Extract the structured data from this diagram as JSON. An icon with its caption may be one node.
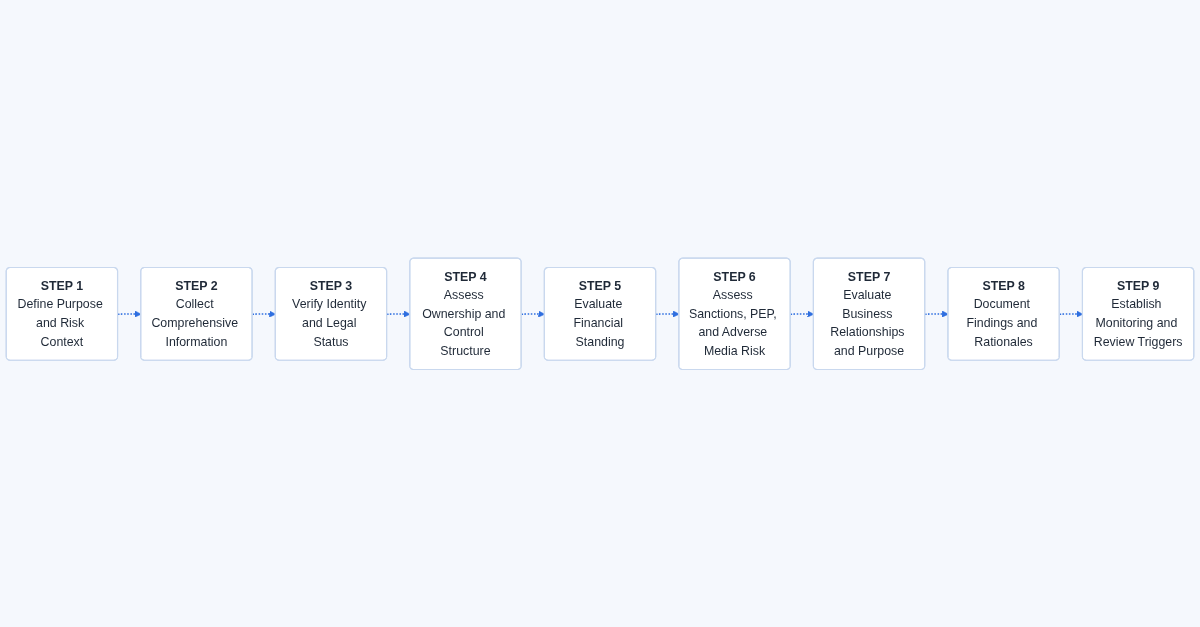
{
  "diagram": {
    "nodes": [
      {
        "text": [
          "STEP 1",
          "Define Purpose and Risk Context"
        ]
      },
      {
        "text": [
          "STEP 2",
          "Collect Comprehensive Information"
        ]
      },
      {
        "text": [
          "STEP 3",
          "Verify Identity and Legal Status"
        ]
      },
      {
        "text": [
          "STEP 4",
          "Assess Ownership and Control Structure"
        ]
      },
      {
        "text": [
          "STEP 5",
          "Evaluate Financial Standing"
        ]
      },
      {
        "text": [
          "STEP 6",
          "Assess Sanctions, PEP, and Adverse Media Risk"
        ]
      },
      {
        "text": [
          "STEP 7",
          "Evaluate Business Relationships and Purpose"
        ]
      },
      {
        "text": [
          "STEP 8",
          "Document Findings and Rationales"
        ]
      },
      {
        "text": [
          "STEP 9",
          "Establish Monitoring and Review Triggers"
        ]
      }
    ],
    "edges": [
      {
        "from": 0,
        "to": 1,
        "arrow": "to",
        "style": "dashed"
      },
      {
        "from": 1,
        "to": 2,
        "arrow": "to",
        "style": "dashed"
      },
      {
        "from": 2,
        "to": 3,
        "arrow": "to",
        "style": "dashed"
      },
      {
        "from": 3,
        "to": 4,
        "arrow": "to",
        "style": "dashed"
      },
      {
        "from": 4,
        "to": 5,
        "arrow": "to",
        "style": "dashed"
      },
      {
        "from": 5,
        "to": 6,
        "arrow": "to",
        "style": "dashed"
      },
      {
        "from": 6,
        "to": 7,
        "arrow": "to",
        "style": "dashed"
      },
      {
        "from": 7,
        "to": 8,
        "arrow": "to",
        "style": "dashed"
      }
    ]
  }
}
